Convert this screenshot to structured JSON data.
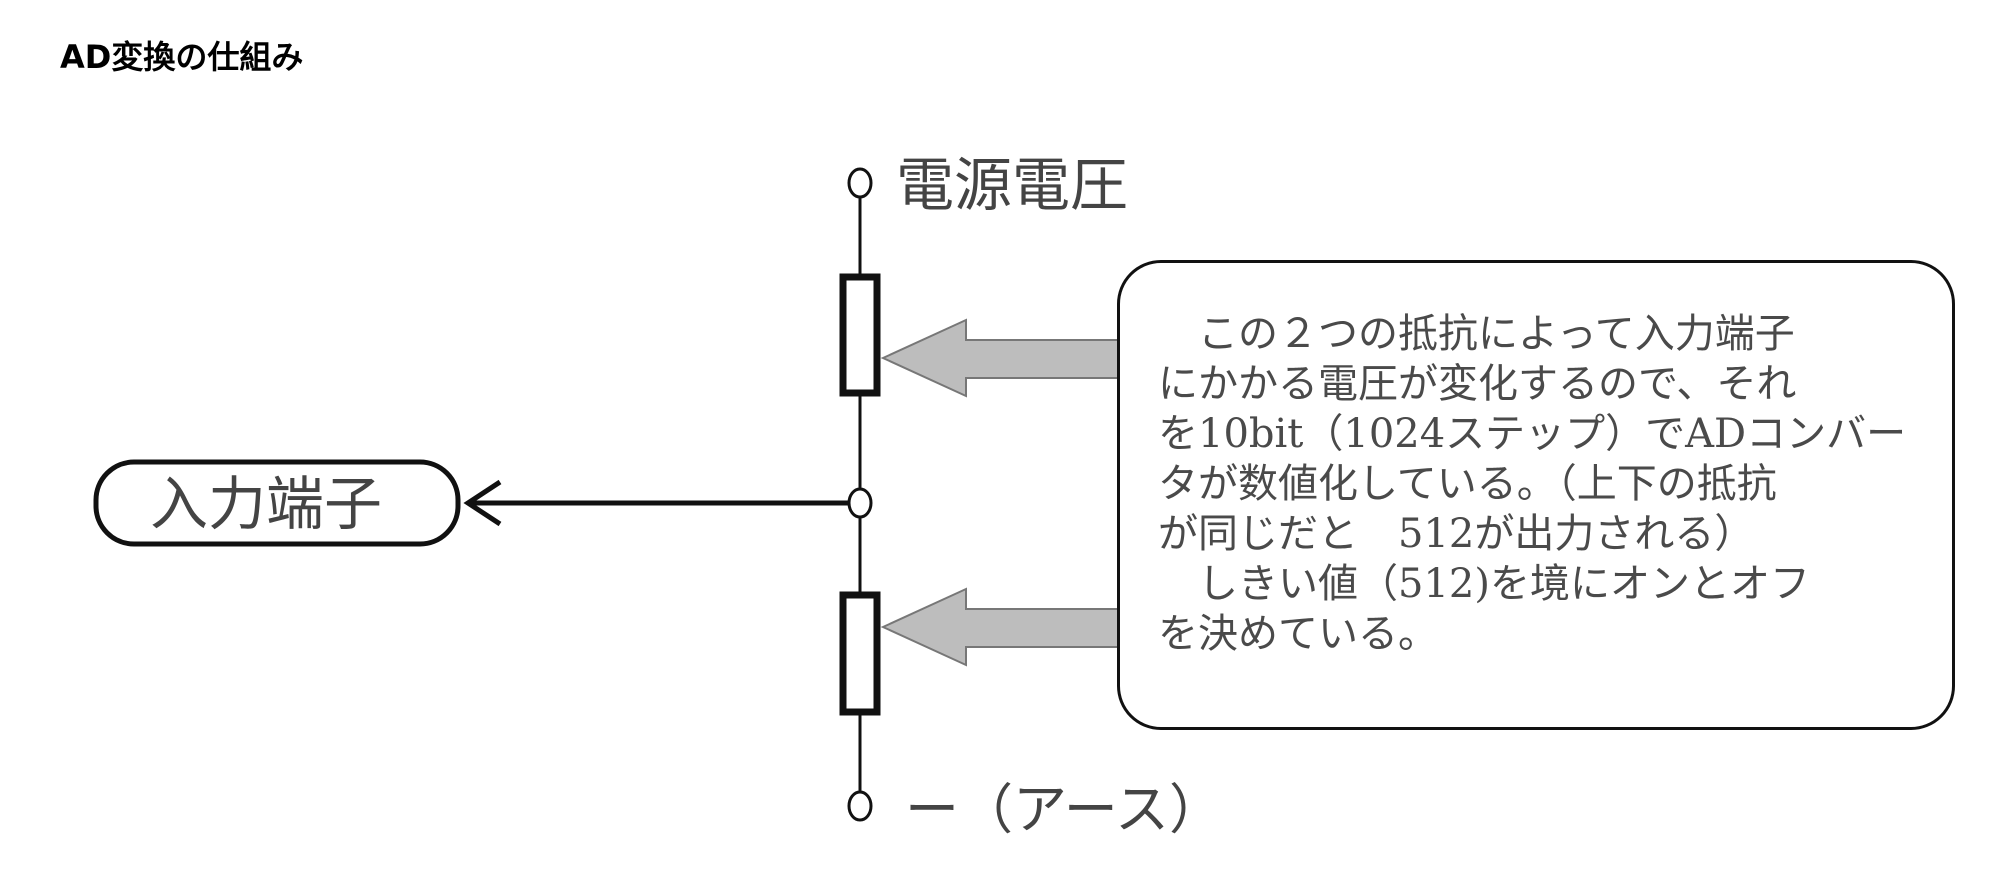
{
  "title": "AD変換の仕組み",
  "diagram": {
    "supply_label": "電源電圧",
    "ground_label": "ー（アース）",
    "input_terminal_label": "入力端子",
    "note_lines": [
      "　この２つの抵抗によって入力端子",
      "にかかる電圧が変化するので、それ",
      "を10bit（1024ステップ）でADコンバー",
      "タが数値化している。（上下の抵抗",
      "が同じだと　512が出力される）",
      "　しきい値（512)を境にオンとオフ",
      "を決めている。"
    ],
    "colors": {
      "arrow_fill": "#bdbdbd",
      "line": "#111111"
    }
  }
}
